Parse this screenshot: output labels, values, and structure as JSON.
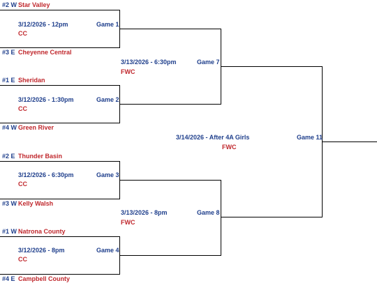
{
  "colors": {
    "navy": "#1f3f8c",
    "red": "#c0282d",
    "line": "#000000"
  },
  "round1": [
    {
      "top": {
        "seed": "#2 W",
        "team": "Star Valley"
      },
      "bottom": {
        "seed": "#3 E",
        "team": "Cheyenne Central"
      },
      "datetime": "3/12/2026 - 12pm",
      "site": "CC",
      "game": "Game 1"
    },
    {
      "top": {
        "seed": "#1 E",
        "team": "Sheridan"
      },
      "bottom": {
        "seed": "#4 W",
        "team": "Green River"
      },
      "datetime": "3/12/2026 - 1:30pm",
      "site": "CC",
      "game": "Game 2"
    },
    {
      "top": {
        "seed": "#2 E",
        "team": "Thunder Basin"
      },
      "bottom": {
        "seed": "#3 W",
        "team": "Kelly Walsh"
      },
      "datetime": "3/12/2026 - 6:30pm",
      "site": "CC",
      "game": "Game 3"
    },
    {
      "top": {
        "seed": "#1 W",
        "team": "Natrona County"
      },
      "bottom": {
        "seed": "#4 E",
        "team": "Campbell County"
      },
      "datetime": "3/12/2026 - 8pm",
      "site": "CC",
      "game": "Game 4"
    }
  ],
  "round2": [
    {
      "datetime": "3/13/2026 - 6:30pm",
      "site": "FWC",
      "game": "Game 7"
    },
    {
      "datetime": "3/13/2026 - 8pm",
      "site": "FWC",
      "game": "Game 8"
    }
  ],
  "final": {
    "datetime": "3/14/2026 - After 4A Girls",
    "site": "FWC",
    "game": "Game 11"
  }
}
